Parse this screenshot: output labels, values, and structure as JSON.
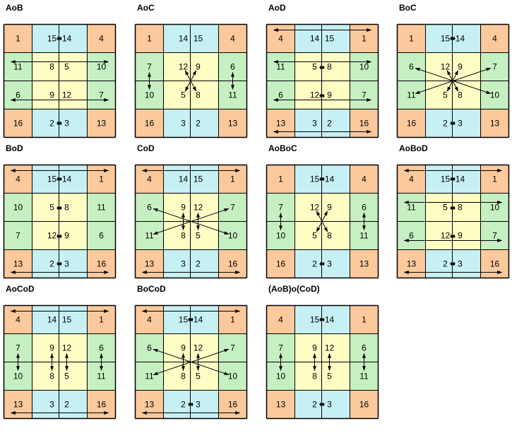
{
  "colors": {
    "corner": "#fbc99c",
    "edge": "#c6f0f3",
    "side": "#c6f0c2",
    "center": "#fdfdc4",
    "grid": "#000000",
    "arrow": "#000000"
  },
  "panels": [
    {
      "title": "AoB",
      "grid": [
        [
          "1",
          "15",
          "14",
          "4"
        ],
        [
          "11",
          "8",
          "5",
          "10"
        ],
        [
          "6",
          "9",
          "12",
          "7"
        ],
        [
          "16",
          "2",
          "3",
          "13"
        ]
      ],
      "arrows": [
        [
          "0,1",
          "0,2"
        ],
        [
          "1,0",
          "1,3"
        ],
        [
          "2,0",
          "2,3"
        ],
        [
          "3,1",
          "3,2"
        ]
      ]
    },
    {
      "title": "AoC",
      "grid": [
        [
          "1",
          "14",
          "15",
          "4"
        ],
        [
          "7",
          "12",
          "9",
          "6"
        ],
        [
          "10",
          "5",
          "8",
          "11"
        ],
        [
          "16",
          "3",
          "2",
          "13"
        ]
      ],
      "arrows": [
        [
          "1,0",
          "2,0"
        ],
        [
          "1,3",
          "2,3"
        ],
        [
          "1,1",
          "2,2"
        ],
        [
          "1,2",
          "2,1"
        ]
      ]
    },
    {
      "title": "AoD",
      "grid": [
        [
          "4",
          "14",
          "15",
          "1"
        ],
        [
          "11",
          "5",
          "8",
          "10"
        ],
        [
          "6",
          "12",
          "9",
          "7"
        ],
        [
          "13",
          "3",
          "2",
          "16"
        ]
      ],
      "arrows": [
        [
          "0,0",
          "0,3"
        ],
        [
          "3,0",
          "3,3"
        ],
        [
          "1,1",
          "1,2"
        ],
        [
          "2,1",
          "2,2"
        ],
        [
          "1,0",
          "1,3"
        ],
        [
          "2,0",
          "2,3"
        ]
      ]
    },
    {
      "title": "BoC",
      "grid": [
        [
          "1",
          "15",
          "14",
          "4"
        ],
        [
          "6",
          "12",
          "9",
          "7"
        ],
        [
          "11",
          "5",
          "8",
          "10"
        ],
        [
          "16",
          "2",
          "3",
          "13"
        ]
      ],
      "arrows": [
        [
          "0,1",
          "0,2"
        ],
        [
          "3,1",
          "3,2"
        ],
        [
          "1,0",
          "2,3"
        ],
        [
          "2,0",
          "1,3"
        ],
        [
          "1,1",
          "2,2"
        ],
        [
          "1,2",
          "2,1"
        ]
      ]
    },
    {
      "title": "BoD",
      "grid": [
        [
          "4",
          "15",
          "14",
          "1"
        ],
        [
          "10",
          "5",
          "8",
          "11"
        ],
        [
          "7",
          "12",
          "9",
          "6"
        ],
        [
          "13",
          "2",
          "3",
          "16"
        ]
      ],
      "arrows": [
        [
          "0,0",
          "0,3"
        ],
        [
          "3,0",
          "3,3"
        ],
        [
          "0,1",
          "0,2"
        ],
        [
          "3,1",
          "3,2"
        ],
        [
          "1,1",
          "1,2"
        ],
        [
          "2,1",
          "2,2"
        ]
      ]
    },
    {
      "title": "CoD",
      "grid": [
        [
          "4",
          "14",
          "15",
          "1"
        ],
        [
          "6",
          "9",
          "12",
          "7"
        ],
        [
          "11",
          "8",
          "5",
          "10"
        ],
        [
          "13",
          "3",
          "2",
          "16"
        ]
      ],
      "arrows": [
        [
          "0,0",
          "0,3"
        ],
        [
          "3,0",
          "3,3"
        ],
        [
          "1,0",
          "2,3"
        ],
        [
          "2,0",
          "1,3"
        ],
        [
          "1,1",
          "2,1"
        ],
        [
          "1,2",
          "2,2"
        ]
      ]
    },
    {
      "title": "AoBoC",
      "grid": [
        [
          "1",
          "15",
          "14",
          "4"
        ],
        [
          "7",
          "12",
          "9",
          "6"
        ],
        [
          "10",
          "5",
          "8",
          "11"
        ],
        [
          "16",
          "2",
          "3",
          "13"
        ]
      ],
      "arrows": [
        [
          "0,1",
          "0,2"
        ],
        [
          "3,1",
          "3,2"
        ],
        [
          "1,0",
          "2,0"
        ],
        [
          "1,3",
          "2,3"
        ],
        [
          "1,1",
          "2,2"
        ],
        [
          "1,2",
          "2,1"
        ]
      ]
    },
    {
      "title": "AoBoD",
      "grid": [
        [
          "4",
          "15",
          "14",
          "1"
        ],
        [
          "11",
          "5",
          "8",
          "10"
        ],
        [
          "6",
          "12",
          "9",
          "7"
        ],
        [
          "13",
          "2",
          "3",
          "16"
        ]
      ],
      "arrows": [
        [
          "0,0",
          "0,3"
        ],
        [
          "3,0",
          "3,3"
        ],
        [
          "0,1",
          "0,2"
        ],
        [
          "3,1",
          "3,2"
        ],
        [
          "1,0",
          "1,3"
        ],
        [
          "2,0",
          "2,3"
        ],
        [
          "1,1",
          "1,2"
        ],
        [
          "2,1",
          "2,2"
        ]
      ]
    },
    {
      "title": "AoCoD",
      "grid": [
        [
          "4",
          "14",
          "15",
          "1"
        ],
        [
          "7",
          "9",
          "12",
          "6"
        ],
        [
          "10",
          "8",
          "5",
          "11"
        ],
        [
          "13",
          "3",
          "2",
          "16"
        ]
      ],
      "arrows": [
        [
          "0,0",
          "0,3"
        ],
        [
          "3,0",
          "3,3"
        ],
        [
          "1,0",
          "2,0"
        ],
        [
          "1,1",
          "2,1"
        ],
        [
          "1,2",
          "2,2"
        ],
        [
          "1,3",
          "2,3"
        ]
      ]
    },
    {
      "title": "BoCoD",
      "grid": [
        [
          "4",
          "15",
          "14",
          "1"
        ],
        [
          "6",
          "9",
          "12",
          "7"
        ],
        [
          "11",
          "8",
          "5",
          "10"
        ],
        [
          "13",
          "2",
          "3",
          "16"
        ]
      ],
      "arrows": [
        [
          "0,0",
          "0,3"
        ],
        [
          "3,0",
          "3,3"
        ],
        [
          "0,1",
          "0,2"
        ],
        [
          "3,1",
          "3,2"
        ],
        [
          "1,0",
          "2,3"
        ],
        [
          "2,0",
          "1,3"
        ],
        [
          "1,1",
          "2,1"
        ],
        [
          "1,2",
          "2,2"
        ]
      ]
    },
    {
      "title": "(AoB)o(CoD)",
      "grid": [
        [
          "4",
          "15",
          "14",
          "1"
        ],
        [
          "7",
          "9",
          "12",
          "6"
        ],
        [
          "10",
          "8",
          "5",
          "11"
        ],
        [
          "13",
          "2",
          "3",
          "16"
        ]
      ],
      "arrows": [
        [
          "0,1",
          "0,2"
        ],
        [
          "3,1",
          "3,2"
        ],
        [
          "1,0",
          "2,0"
        ],
        [
          "1,1",
          "2,1"
        ],
        [
          "1,2",
          "2,2"
        ],
        [
          "1,3",
          "2,3"
        ]
      ]
    }
  ]
}
